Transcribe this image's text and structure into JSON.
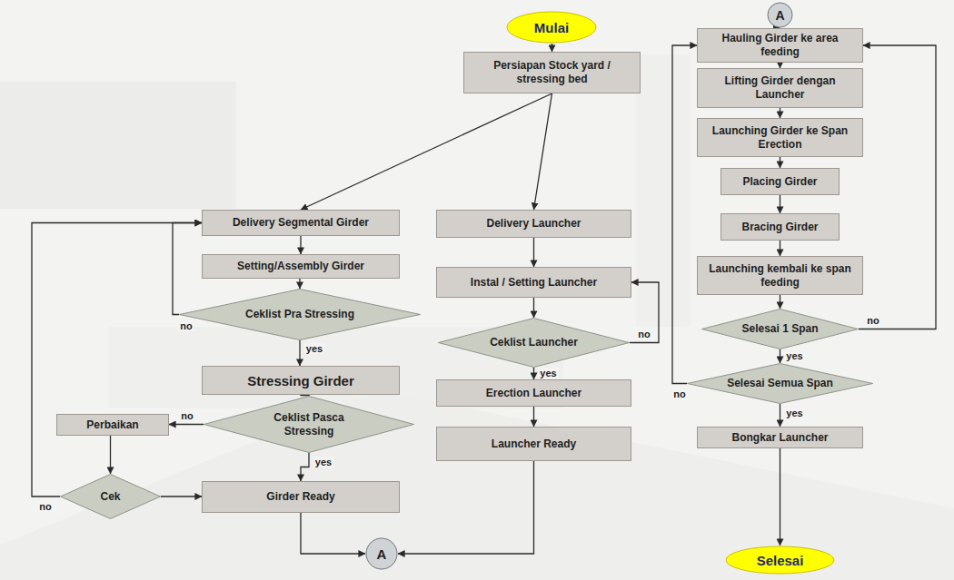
{
  "diagram": {
    "nodes": [
      {
        "text": [
          "Mulai"
        ]
      },
      {
        "text": [
          "Persiapan Stock yard / stressing bed"
        ]
      },
      {
        "text": [
          "Delivery Segmental Girder"
        ]
      },
      {
        "text": [
          "Delivery Launcher"
        ]
      },
      {
        "text": [
          "Setting/Assembly Girder"
        ]
      },
      {
        "text": [
          "Instal / Setting Launcher"
        ]
      },
      {
        "text": [
          "Ceklist Pra Stressing"
        ]
      },
      {
        "text": [
          "Ceklist Launcher"
        ]
      },
      {
        "text": [
          "Stressing Girder"
        ]
      },
      {
        "text": [
          "Erection Launcher"
        ]
      },
      {
        "text": [
          "Ceklist Pasca Stressing"
        ]
      },
      {
        "text": [
          "Perbaikan"
        ]
      },
      {
        "text": [
          "Launcher Ready"
        ]
      },
      {
        "text": [
          "Cek"
        ]
      },
      {
        "text": [
          "Girder Ready"
        ]
      },
      {
        "text": [
          "A"
        ]
      },
      {
        "text": [
          "A"
        ]
      },
      {
        "text": [
          "Hauling Girder ke area feeding"
        ]
      },
      {
        "text": [
          "Lifting Girder dengan Launcher"
        ]
      },
      {
        "text": [
          "Launching Girder ke Span Erection"
        ]
      },
      {
        "text": [
          "Placing Girder"
        ]
      },
      {
        "text": [
          "Bracing Girder"
        ]
      },
      {
        "text": [
          "Launching kembali ke span feeding"
        ]
      },
      {
        "text": [
          "Selesai 1 Span"
        ]
      },
      {
        "text": [
          "Selesai Semua Span"
        ]
      },
      {
        "text": [
          "Bongkar Launcher"
        ]
      },
      {
        "text": [
          "Selesai"
        ]
      }
    ],
    "edges": [
      {
        "from": 0,
        "to": 1,
        "arrow": "to"
      },
      {
        "from": 1,
        "to": 2,
        "arrow": "to"
      },
      {
        "from": 1,
        "to": 3,
        "arrow": "to"
      },
      {
        "from": 2,
        "to": 4,
        "arrow": "to"
      },
      {
        "from": 4,
        "to": 6,
        "arrow": "to"
      },
      {
        "from": 6,
        "to": 2,
        "label": "no",
        "arrow": "to"
      },
      {
        "from": 6,
        "to": 8,
        "label": "yes",
        "arrow": "to"
      },
      {
        "from": 8,
        "to": 10,
        "arrow": "to"
      },
      {
        "from": 10,
        "to": 11,
        "label": "no",
        "arrow": "to"
      },
      {
        "from": 10,
        "to": 14,
        "label": "yes",
        "arrow": "to"
      },
      {
        "from": 11,
        "to": 13,
        "arrow": "to"
      },
      {
        "from": 13,
        "to": 2,
        "label": "no",
        "arrow": "to"
      },
      {
        "from": 13,
        "to": 14,
        "arrow": "to"
      },
      {
        "from": 3,
        "to": 5,
        "arrow": "to"
      },
      {
        "from": 5,
        "to": 7,
        "arrow": "to"
      },
      {
        "from": 7,
        "to": 5,
        "label": "no",
        "arrow": "to"
      },
      {
        "from": 7,
        "to": 9,
        "label": "yes",
        "arrow": "to"
      },
      {
        "from": 9,
        "to": 12,
        "arrow": "to"
      },
      {
        "from": 14,
        "to": 15,
        "arrow": "to"
      },
      {
        "from": 12,
        "to": 15,
        "arrow": "to"
      },
      {
        "from": 16,
        "to": 17,
        "arrow": "to"
      },
      {
        "from": 17,
        "to": 18,
        "arrow": "to"
      },
      {
        "from": 18,
        "to": 19,
        "arrow": "to"
      },
      {
        "from": 19,
        "to": 20,
        "arrow": "to"
      },
      {
        "from": 20,
        "to": 21,
        "arrow": "to"
      },
      {
        "from": 21,
        "to": 22,
        "arrow": "to"
      },
      {
        "from": 22,
        "to": 23,
        "arrow": "to"
      },
      {
        "from": 23,
        "to": 17,
        "label": "no",
        "arrow": "to"
      },
      {
        "from": 23,
        "to": 24,
        "label": "yes",
        "arrow": "to"
      },
      {
        "from": 24,
        "to": 17,
        "label": "no",
        "arrow": "to"
      },
      {
        "from": 24,
        "to": 25,
        "label": "yes",
        "arrow": "to"
      },
      {
        "from": 25,
        "to": 26,
        "arrow": "to"
      }
    ]
  }
}
